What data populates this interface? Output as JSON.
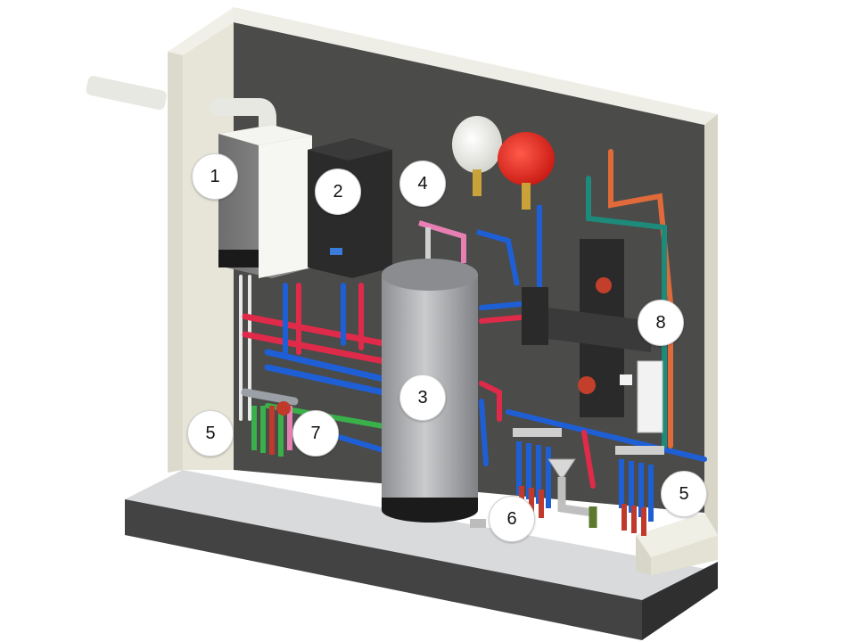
{
  "callouts": [
    {
      "label": "1"
    },
    {
      "label": "2"
    },
    {
      "label": "3"
    },
    {
      "label": "4"
    },
    {
      "label": "5"
    },
    {
      "label": "7"
    },
    {
      "label": "8"
    },
    {
      "label": "5"
    },
    {
      "label": "6"
    }
  ],
  "colors": {
    "wall": "#4b4b49",
    "frame": "#e6e4d7",
    "floor_top": "#d9dadc",
    "floor_front": "#424242",
    "hot_pipe": "#e02a4a",
    "cold_pipe": "#1f5fd6",
    "heating_pipe": "#e06a3a",
    "green_pipe": "#1d8a7a",
    "tank": "#a9abae",
    "red_vessel": "#e51f1f"
  }
}
